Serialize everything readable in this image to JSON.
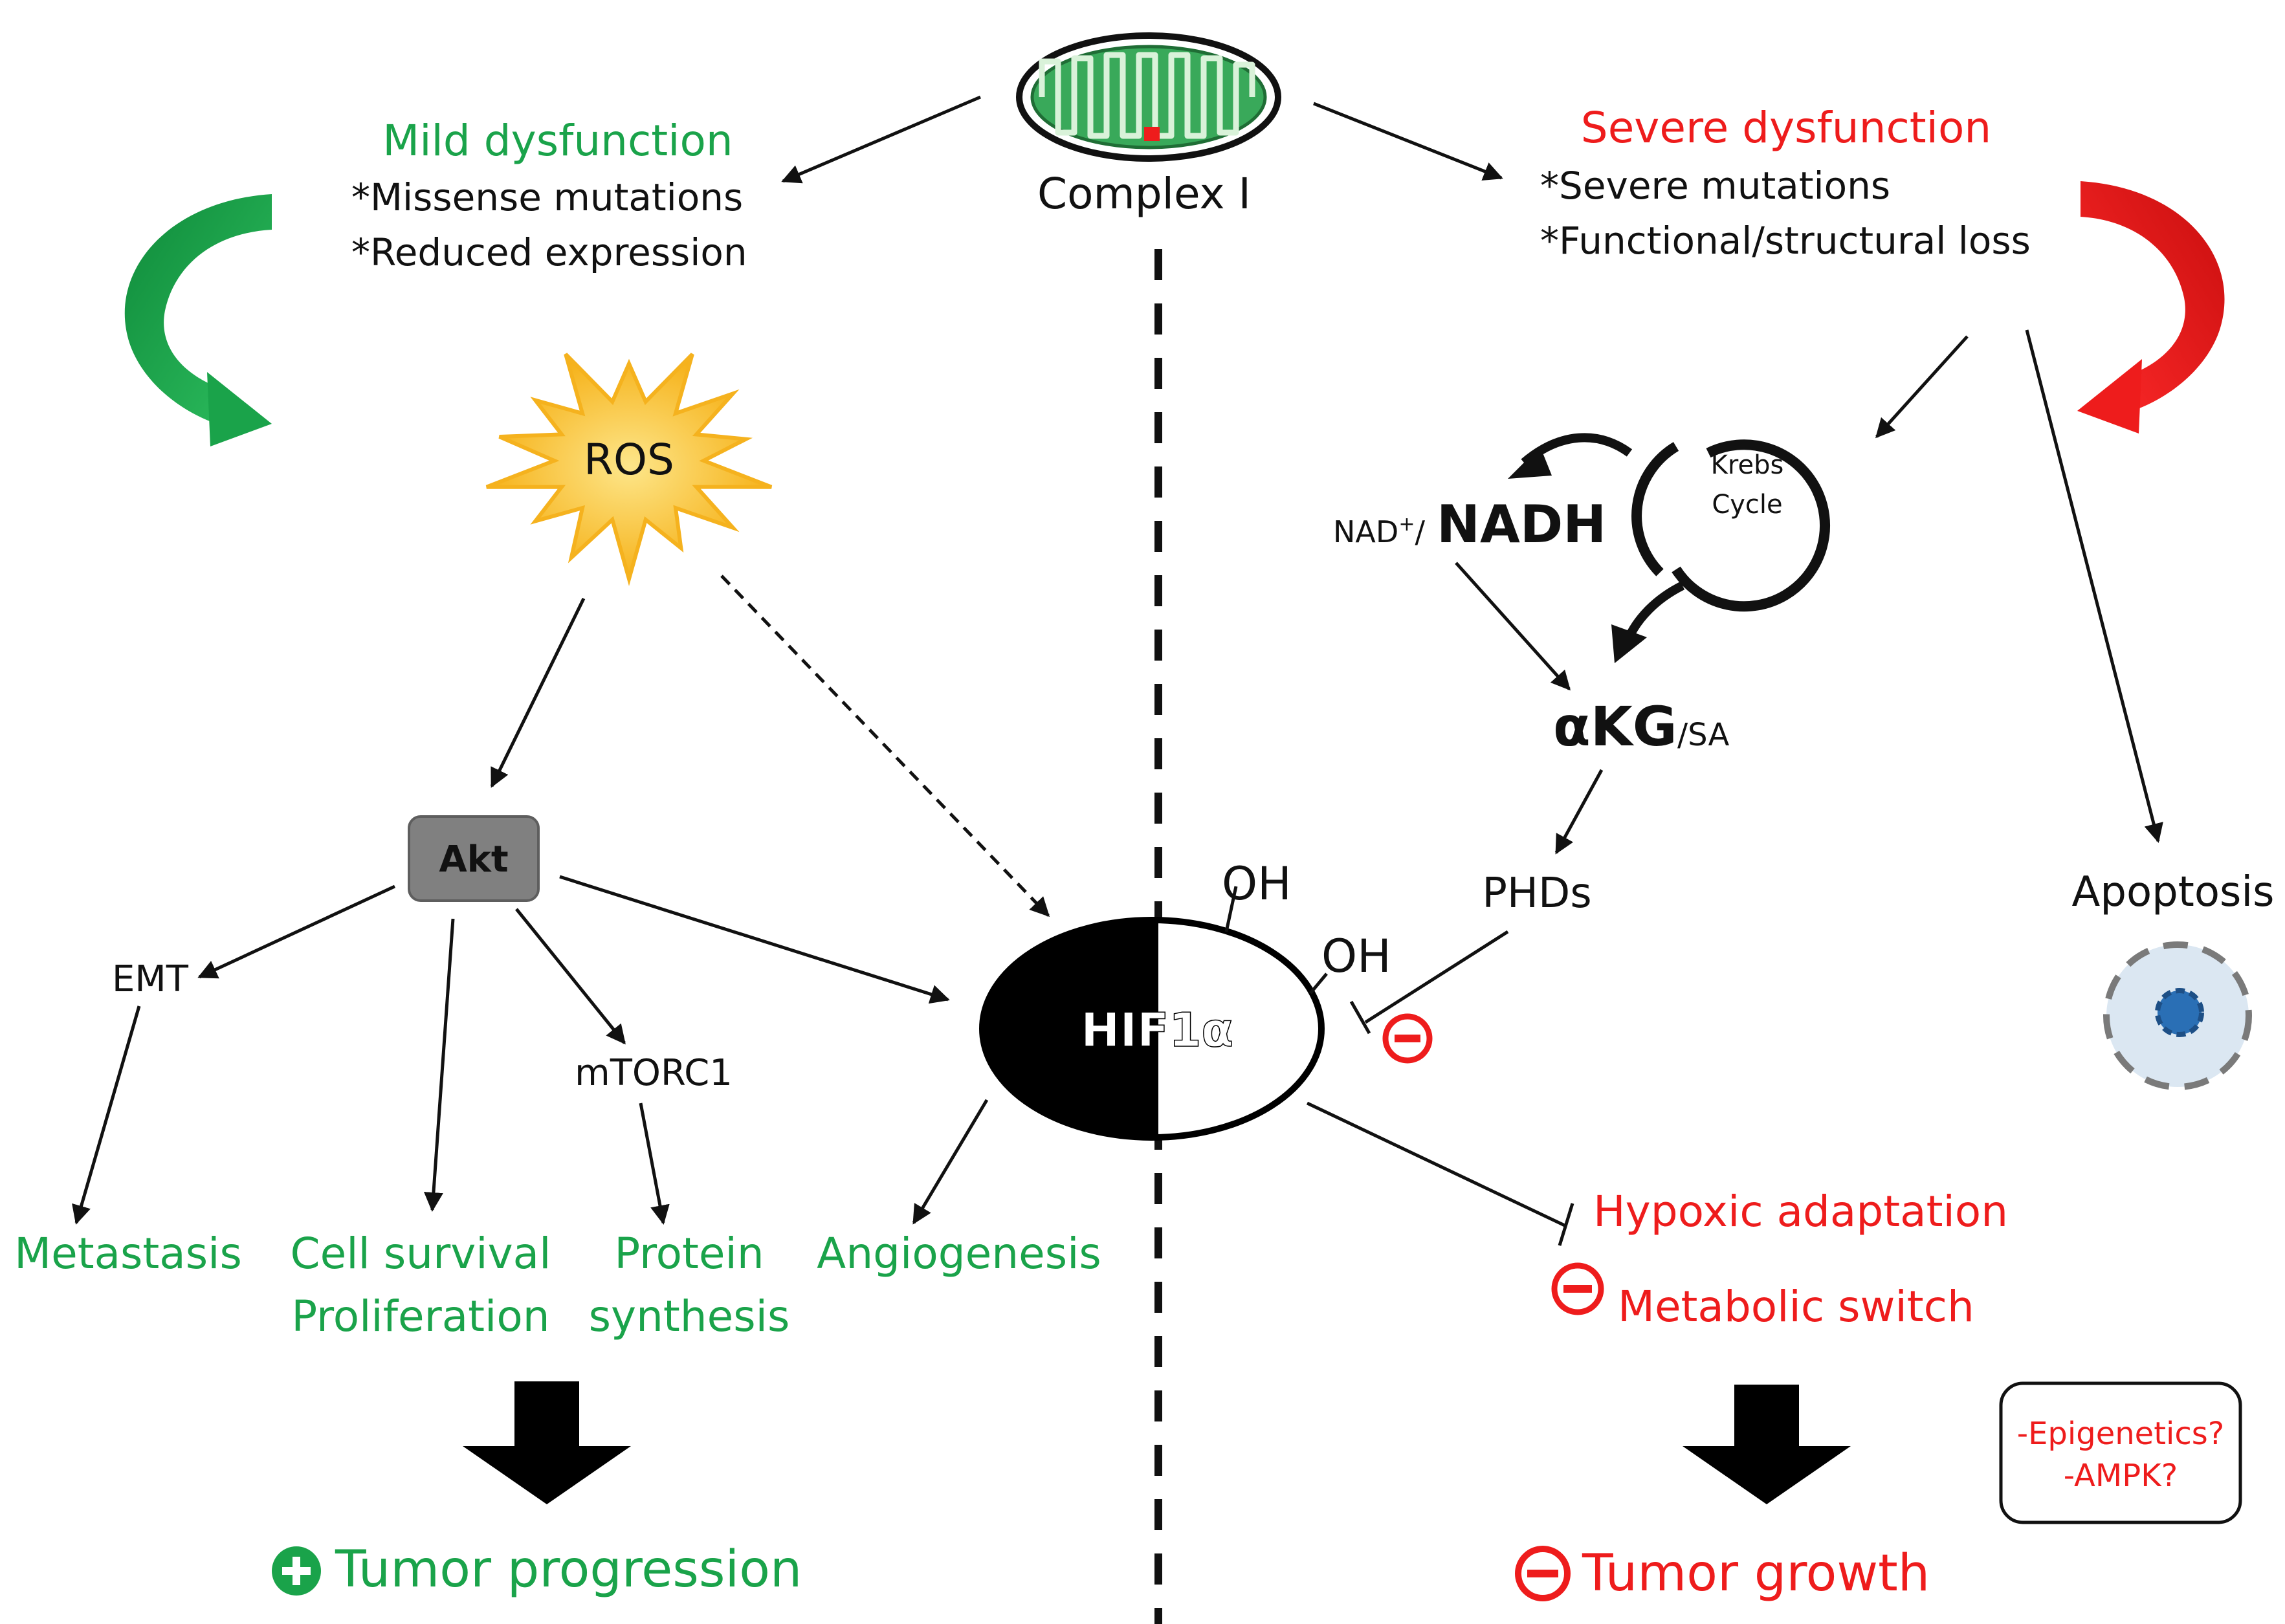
{
  "colors": {
    "mild": "#1aa34a",
    "severe": "#ee1c1c",
    "dark": "#111111",
    "ros_fill": "#fbbf24",
    "akt_fill": "#808080"
  },
  "center": {
    "complex_label": "Complex I"
  },
  "mild": {
    "title": "Mild dysfunction",
    "bullets": [
      "*Missense mutations",
      "*Reduced expression"
    ],
    "ros": "ROS",
    "akt": "Akt",
    "emt": "EMT",
    "mtorc1": "mTORC1",
    "outcomes": {
      "metastasis": "Metastasis",
      "cell_survival": "Cell survival",
      "proliferation": "Proliferation",
      "protein": "Protein",
      "synthesis": "synthesis",
      "angiogenesis": "Angiogenesis"
    },
    "result": "Tumor progression",
    "result_icon": "plus-circle-icon"
  },
  "hif": {
    "label": "HIF1α",
    "oh1": "OH",
    "oh2": "OH"
  },
  "severe": {
    "title": "Severe dysfunction",
    "bullets": [
      "*Severe mutations",
      "*Functional/structural loss"
    ],
    "krebs_line1": "Krebs",
    "krebs_line2": "Cycle",
    "nad_prefix": "NAD",
    "nad_sup": "+",
    "nad_slash": "/",
    "nadh": "NADH",
    "akg": "αKG",
    "akg_suffix": "/SA",
    "phds": "PHDs",
    "apoptosis": "Apoptosis",
    "hypoxic": "Hypoxic adaptation",
    "metabolic": "Metabolic switch",
    "questions": [
      "-Epigenetics?",
      "-AMPK?"
    ],
    "result": "Tumor growth",
    "result_icon": "minus-circle-icon"
  }
}
